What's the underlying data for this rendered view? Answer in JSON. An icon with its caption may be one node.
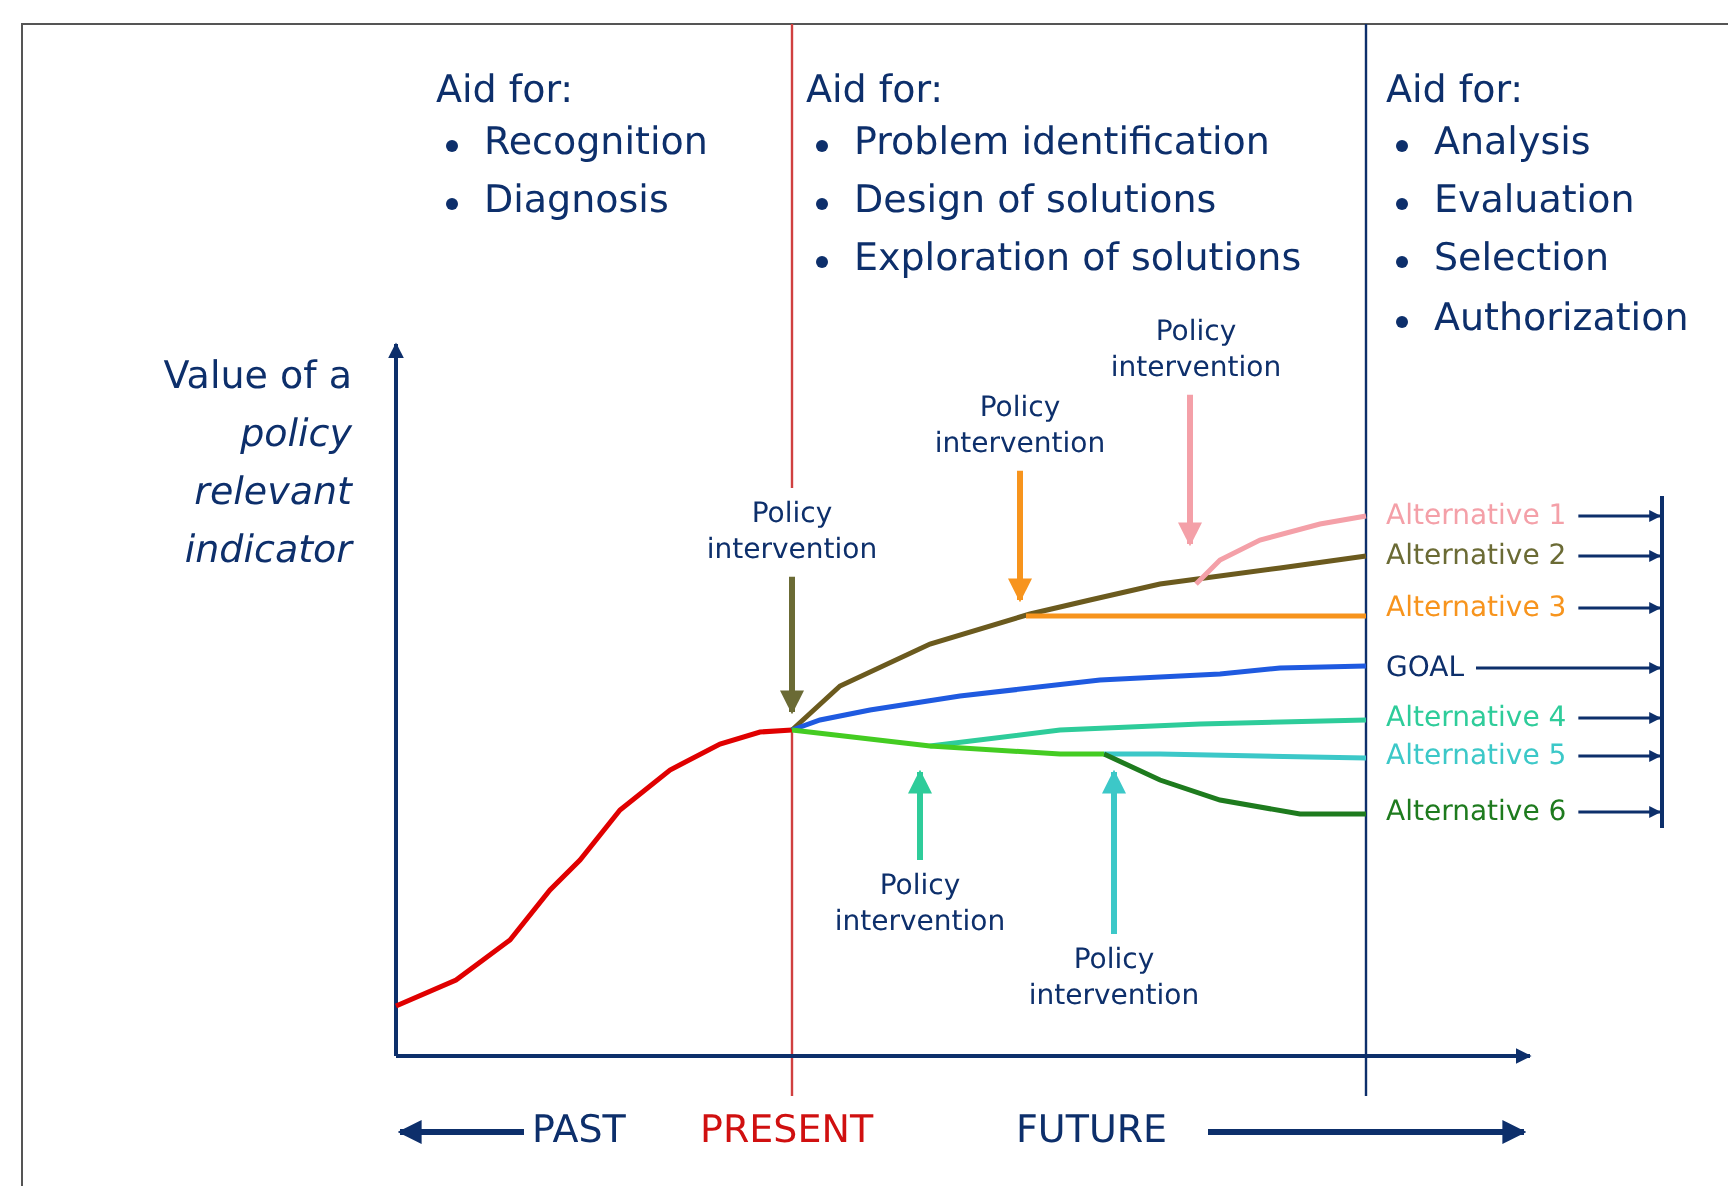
{
  "diagram": {
    "nodes": [
      {
        "text": [
          "Alternative 1"
        ]
      },
      {
        "text": [
          "Alternative 2"
        ]
      },
      {
        "text": [
          "Alternative 3"
        ]
      },
      {
        "text": [
          "GOAL"
        ]
      },
      {
        "text": [
          "Alternative 4"
        ]
      },
      {
        "text": [
          "Alternative 5"
        ]
      },
      {
        "text": [
          "Alternative 6"
        ]
      },
      {
        "text": [],
        "shape": "bar"
      },
      {
        "text": [
          "Policy intervention"
        ]
      },
      {
        "text": [
          "Policy intervention"
        ]
      },
      {
        "text": [
          "Policy intervention"
        ]
      },
      {
        "text": [
          "Policy intervention"
        ]
      },
      {
        "text": [
          "Policy intervention"
        ]
      },
      {
        "text": [],
        "shape": "line"
      }
    ],
    "edges": [
      {
        "from": 0,
        "to": 7,
        "arrow": "to"
      },
      {
        "from": 1,
        "to": 7,
        "arrow": "to"
      },
      {
        "from": 2,
        "to": 7,
        "arrow": "to"
      },
      {
        "from": 3,
        "to": 7,
        "arrow": "to"
      },
      {
        "from": 4,
        "to": 7,
        "arrow": "to"
      },
      {
        "from": 5,
        "to": 7,
        "arrow": "to"
      },
      {
        "from": 6,
        "to": 7,
        "arrow": "to"
      },
      {
        "from": 8,
        "to": 13,
        "arrow": "to",
        "style": "thick",
        "color": "#6b6b35"
      },
      {
        "from": 9,
        "to": 13,
        "arrow": "to",
        "style": "thick",
        "color": "#f7941d"
      },
      {
        "from": 10,
        "to": 13,
        "arrow": "to",
        "style": "thick",
        "color": "#f4a0a8"
      },
      {
        "from": 11,
        "to": 13,
        "arrow": "to",
        "style": "thick",
        "color": "#2ecc9a"
      },
      {
        "from": 12,
        "to": 13,
        "arrow": "to",
        "style": "thick",
        "color": "#3cc8c8"
      }
    ],
    "labels": [
      "Aid for:",
      "Recognition",
      "Diagnosis",
      "Aid for:",
      "Problem identification",
      "Design of solutions",
      "Exploration of solutions",
      "Aid for:",
      "Analysis",
      "Evaluation",
      "Selection",
      "Authorization",
      "Value of a *policy relevant indicator*",
      "PAST",
      "PRESENT",
      "FUTURE"
    ]
  }
}
